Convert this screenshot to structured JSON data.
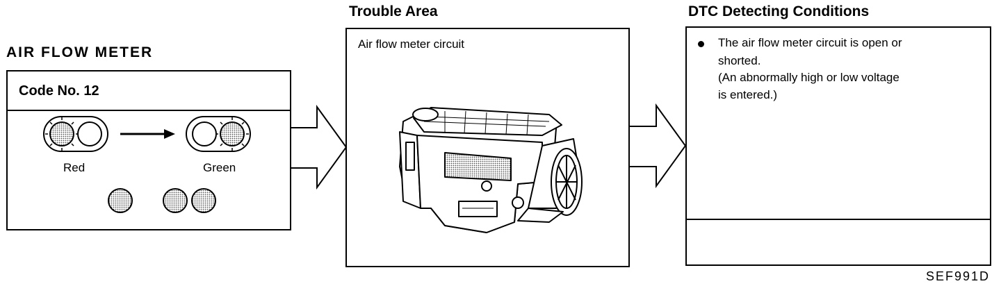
{
  "left_panel": {
    "title": "AIR FLOW METER",
    "code_label": "Code No. 12",
    "lamp_left_label": "Red",
    "lamp_right_label": "Green"
  },
  "middle_panel": {
    "heading": "Trouble Area",
    "text": "Air flow meter circuit",
    "illustration": "air-flow-meter-unit"
  },
  "right_panel": {
    "heading": "DTC Detecting Conditions",
    "bullet_line1": "The air flow meter circuit is open or",
    "bullet_line2": "shorted.",
    "paren_line1": "(An abnormally high or low voltage",
    "paren_line2": "is entered.)"
  },
  "figure_code": "SEF991D"
}
